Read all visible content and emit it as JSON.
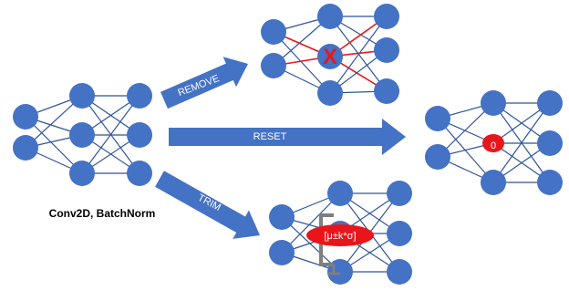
{
  "colors": {
    "node": "#4472c4",
    "edge": "#2f5597",
    "arrow": "#4472c4",
    "highlight": "#e8161b",
    "clamp": "#7f7f7f",
    "caption": "#000000",
    "arrow_text": "#ffffff"
  },
  "labels": {
    "source_caption": "Conv2D, BatchNorm",
    "remove": "REMOVE",
    "reset": "RESET",
    "trim": "TRIM",
    "removed_marker": "X",
    "reset_value": "0",
    "trim_range": "[μ±k*σ]"
  },
  "icons": {
    "clamp": "clamp-icon"
  }
}
